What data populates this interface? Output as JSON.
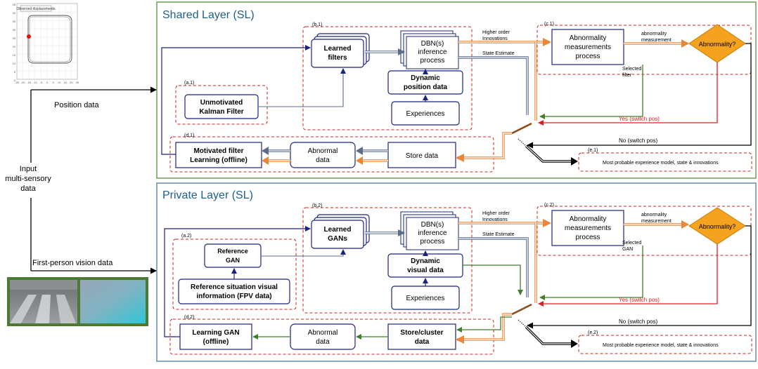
{
  "colors": {
    "panel_border_top": "#5b8c3a",
    "panel_border_bottom": "#4a7d9a",
    "layer_title": "#1f5f8b",
    "dash_red": "#d22222",
    "box_border": "#1a237e",
    "arrow_navy": "#1a237e",
    "arrow_grey": "#5a6e8a",
    "arrow_orange": "#e8873a",
    "arrow_green": "#3f7f2a",
    "arrow_red": "#e02020",
    "diamond_fill": "#f5a21e",
    "diamond_stroke": "#c77a00"
  },
  "thumbnail": {
    "title": "Observed displacements",
    "y_ticks": [
      "45",
      "40",
      "35",
      "30",
      "25",
      "20",
      "15",
      "10",
      "5",
      "0"
    ],
    "x_ticks": [
      "-25",
      "-20",
      "-15",
      "-10",
      "-5",
      "0",
      "5",
      "10",
      "15",
      "20",
      "25"
    ]
  },
  "left": {
    "position_data": "Position data",
    "input_line1": "Input",
    "input_line2": "multi-sensory",
    "input_line3": "data",
    "vision_data": "First-person vision data"
  },
  "shared": {
    "title": "Shared Layer (SL)",
    "a_label": "(a.1)",
    "kalman_l1": "Unmotivated",
    "kalman_l2": "Kalman Filter",
    "b_label": "(b.1)",
    "learned_l1": "Learned",
    "learned_l2": "filters",
    "dbn_l1": "DBN(s)",
    "dbn_l2": "inference",
    "dbn_l3": "process",
    "dynamic_l1": "Dynamic",
    "dynamic_l2": "position data",
    "experiences": "Experiences",
    "higher_l1": "Higher order",
    "higher_l2": "Innovations",
    "state_estimate": "State Estimate",
    "c_label": "(c.1)",
    "abn_l1": "Abnormality",
    "abn_l2": "measurements",
    "abn_l3": "process",
    "abn_meas_l1": "abnormality",
    "abn_meas_l2": "measurement",
    "diamond": "Abnormality?",
    "selected_l1": "Selected",
    "selected_l2": "filter",
    "yes_switch": "Yes (switch pos)",
    "no_switch": "No (switch pos)",
    "d_label": "(d.1)",
    "motivated_l1": "Motivated filter",
    "motivated_l2": "Learning (offline)",
    "abnormal_l1": "Abnormal",
    "abnormal_l2": "data",
    "store": "Store data",
    "e_label": "(e.1)",
    "most_probable": "Most probable experience model, state & innovations"
  },
  "private": {
    "title": "Private Layer (SL)",
    "a_label": "(a.2)",
    "ref_l1": "Reference",
    "ref_l2": "GAN",
    "refsit_l1": "Reference situation visual",
    "refsit_l2": "information (FPV data)",
    "b_label": "(b.2)",
    "learned_l1": "Learned",
    "learned_l2": "GANs",
    "dbn_l1": "DBN(s)",
    "dbn_l2": "inference",
    "dbn_l3": "process",
    "dynamic_l1": "Dynamic",
    "dynamic_l2": "visual data",
    "experiences": "Experiences",
    "higher_l1": "Higher order",
    "higher_l2": "Innovations",
    "state_estimate": "State Estimate",
    "c_label": "(c.2)",
    "abn_l1": "Abnormality",
    "abn_l2": "measurements",
    "abn_l3": "process",
    "abn_meas_l1": "abnormality",
    "abn_meas_l2": "measurement",
    "diamond": "Abnormality?",
    "selected_l1": "Selected",
    "selected_l2": "GAN",
    "yes_switch": "Yes (switch pos)",
    "no_switch": "No (switch pos)",
    "d_label": "(d.2)",
    "learning_l1": "Learning GAN",
    "learning_l2": "(offline)",
    "abnormal_l1": "Abnormal",
    "abnormal_l2": "data",
    "store_l1": "Store/cluster",
    "store_l2": "data",
    "e_label": "(e.2)",
    "most_probable": "Most probable experience model, state & innovations"
  }
}
